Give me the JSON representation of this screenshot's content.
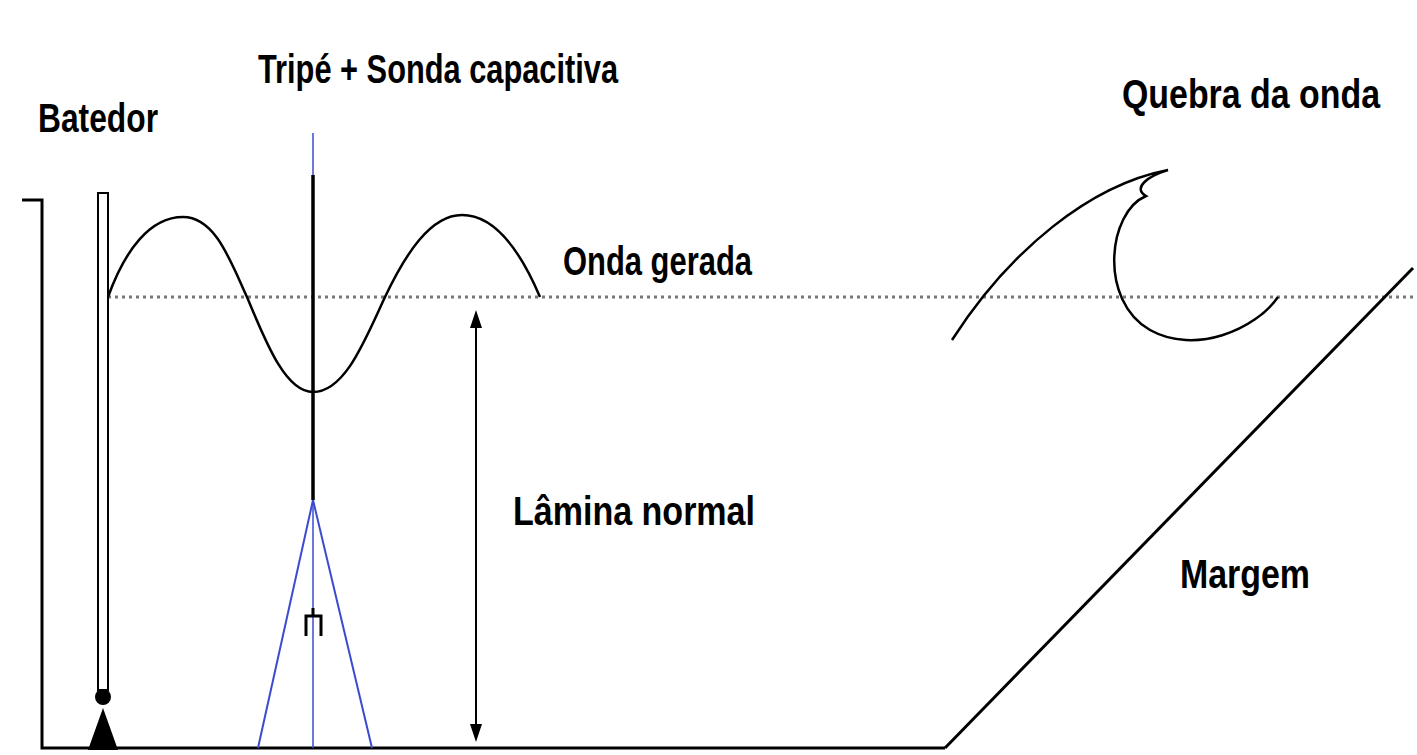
{
  "diagram": {
    "labels": [
      "Tripé + Sonda capacitiva",
      "Batedor",
      "Quebra da onda",
      "Onda gerada",
      "Lâmina normal",
      "Margem"
    ]
  }
}
